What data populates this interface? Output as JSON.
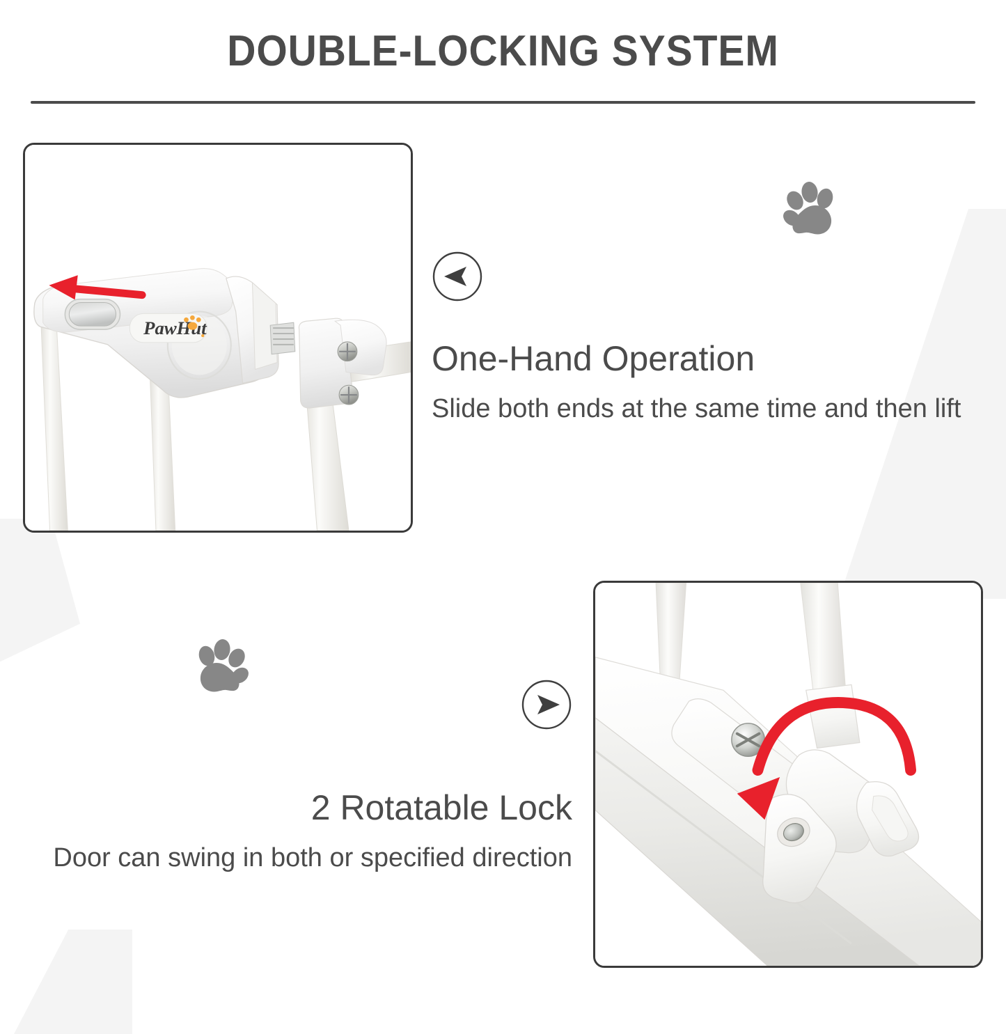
{
  "header": {
    "title": "DOUBLE-LOCKING SYSTEM"
  },
  "features": [
    {
      "id": "one-hand-operation",
      "icon": "circled-left-arrow-icon",
      "heading": "One-Hand Operation",
      "subtext": "Slide both ends at the same time and then lift"
    },
    {
      "id": "rotatable-lock",
      "icon": "circled-right-arrow-icon",
      "heading": "2 Rotatable Lock",
      "subtext": "Door can swing in both or specified direction"
    }
  ],
  "panels": [
    {
      "id": "latch-photo",
      "caption_ref": "one-hand-operation",
      "brand_logo": "PawHut",
      "annotation": "red-straight-arrow-left",
      "description": "Close-up of white pet gate top latch housing with sliding button, PawHut branded label and hinge bracket with two metal screws"
    },
    {
      "id": "rotatable-lock-photo",
      "caption_ref": "rotatable-lock",
      "annotation": "red-curved-rotation-arrow",
      "description": "Close-up of white pet gate bottom rail with rotatable direction lock tab and screw"
    }
  ],
  "decorations": {
    "paw_prints": [
      "paw-print-top-right",
      "paw-print-mid-left"
    ]
  },
  "colors": {
    "text_dark": "#4b4b4b",
    "panel_border": "#3a3a3a",
    "accent_red": "#e8212c",
    "brand_orange": "#f5a83c",
    "paw_gray": "#878787",
    "wedge_gray": "#f4f4f4",
    "background": "#ffffff"
  }
}
